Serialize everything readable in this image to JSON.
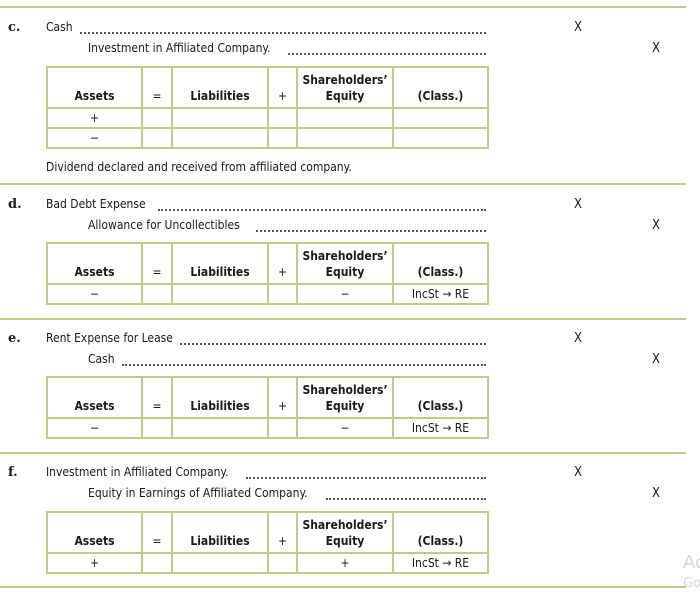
{
  "headers": {
    "assets": "Assets",
    "eq": "=",
    "liabilities": "Liabilities",
    "plus": "+",
    "se_line1": "Shareholders’",
    "se_line2": "Equity",
    "class": "(Class.)"
  },
  "c": {
    "letter": "c.",
    "debit_account": "Cash",
    "credit_account": "Investment in Affiliated Company.",
    "debit_mark": "X",
    "credit_mark": "X",
    "rows": [
      {
        "assets": "+",
        "liabilities": "",
        "equity": "",
        "class": ""
      },
      {
        "assets": "−",
        "liabilities": "",
        "equity": "",
        "class": ""
      }
    ],
    "note": "Dividend declared and received from affiliated company."
  },
  "d": {
    "letter": "d.",
    "debit_account": "Bad Debt Expense",
    "credit_account": "Allowance for Uncollectibles",
    "debit_mark": "X",
    "credit_mark": "X",
    "rows": [
      {
        "assets": "−",
        "liabilities": "",
        "equity": "−",
        "class": "IncSt → RE"
      }
    ]
  },
  "e": {
    "letter": "e.",
    "debit_account": "Rent Expense for Lease",
    "credit_account": "Cash",
    "debit_mark": "X",
    "credit_mark": "X",
    "rows": [
      {
        "assets": "−",
        "liabilities": "",
        "equity": "−",
        "class": "IncSt → RE"
      }
    ]
  },
  "f": {
    "letter": "f.",
    "debit_account": "Investment in Affiliated Company.",
    "credit_account": "Equity in Earnings of Affiliated Company.",
    "debit_mark": "X",
    "credit_mark": "X",
    "rows": [
      {
        "assets": "+",
        "liabilities": "",
        "equity": "+",
        "class": "IncSt → RE"
      }
    ]
  },
  "watermark": {
    "line1": "Ac",
    "line2": "Go"
  }
}
